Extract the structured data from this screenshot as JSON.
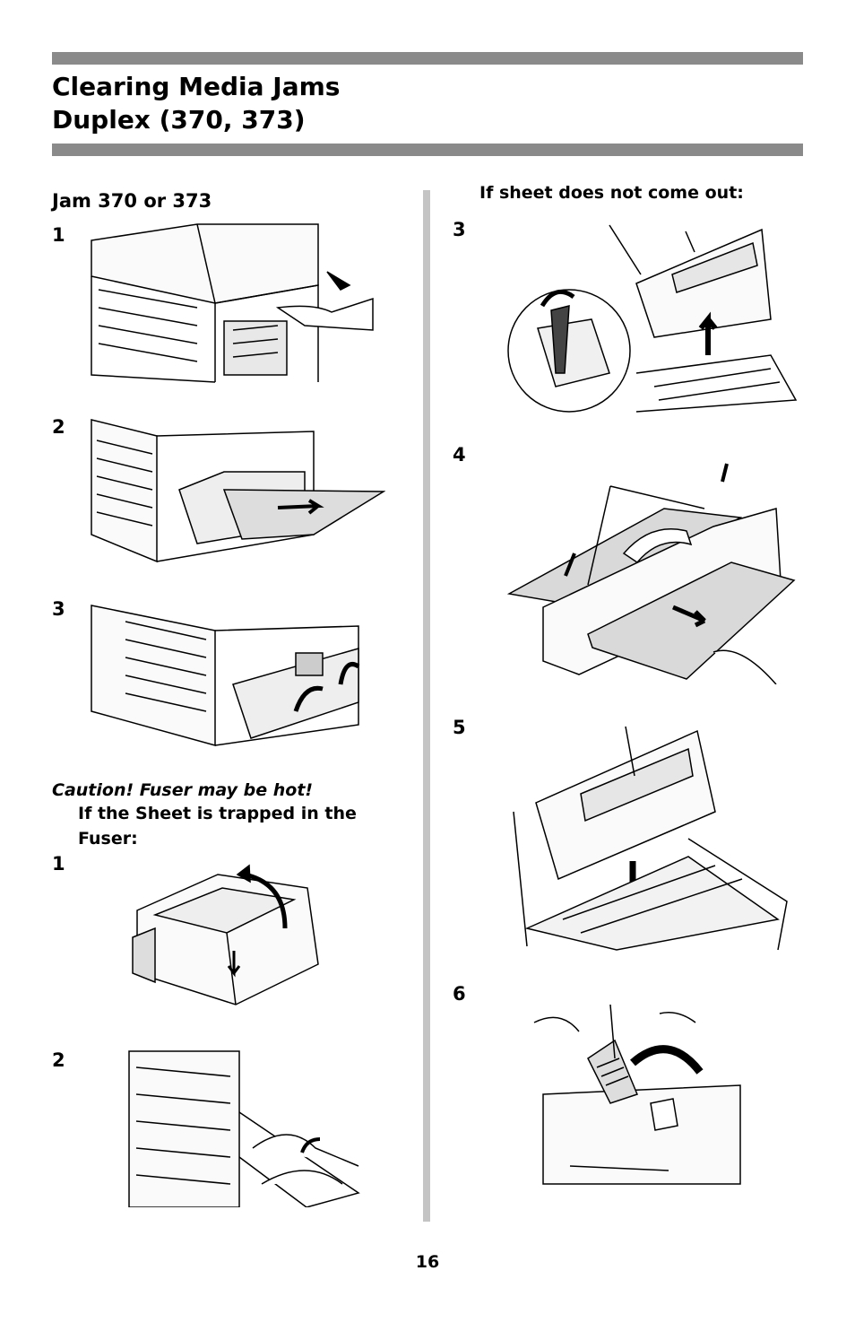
{
  "header": {
    "title_line1": "Clearing Media Jams",
    "title_line2": "Duplex (370, 373)"
  },
  "left": {
    "heading": "Jam 370 or 373",
    "steps": [
      "1",
      "2",
      "3"
    ],
    "caution": "Caution! Fuser may be hot!",
    "subheading_line1": "If the Sheet is trapped in the",
    "subheading_line2": "Fuser:",
    "fuser_steps": [
      "1",
      "2"
    ]
  },
  "right": {
    "heading": "If sheet does not come out:",
    "steps": [
      "3",
      "4",
      "5",
      "6"
    ]
  },
  "footer": {
    "page_number": "16"
  }
}
